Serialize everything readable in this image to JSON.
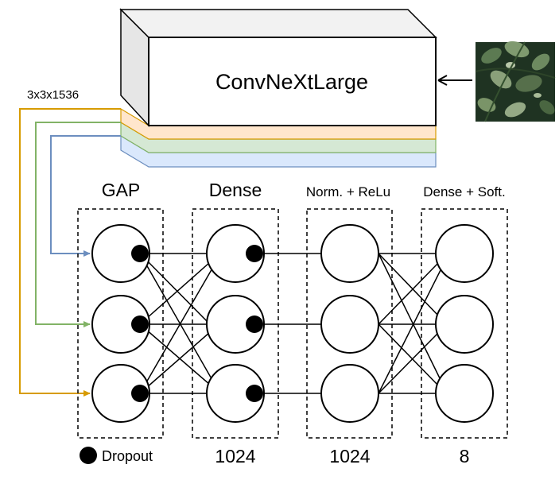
{
  "backbone": {
    "label": "ConvNeXtLarge",
    "output_shape": "3x3x1536"
  },
  "input_image": {
    "description": "leaf image"
  },
  "layers": [
    {
      "title": "GAP",
      "bottom_label": "",
      "neuron_dots": true
    },
    {
      "title": "Dense",
      "bottom_label": "1024",
      "neuron_dots": true
    },
    {
      "title": "Norm. + ReLu",
      "bottom_label": "1024",
      "neuron_dots": false
    },
    {
      "title": "Dense + Soft.",
      "bottom_label": "8",
      "neuron_dots": false
    }
  ],
  "legend": {
    "dropout_label": "Dropout"
  },
  "colors": {
    "orange": "#d79b00",
    "orange_fill": "#ffe6cc",
    "green": "#82b366",
    "green_fill": "#d5e8d4",
    "blue": "#6c8ebf",
    "blue_fill": "#dae8fc",
    "box_side": "#e6e6e6"
  }
}
